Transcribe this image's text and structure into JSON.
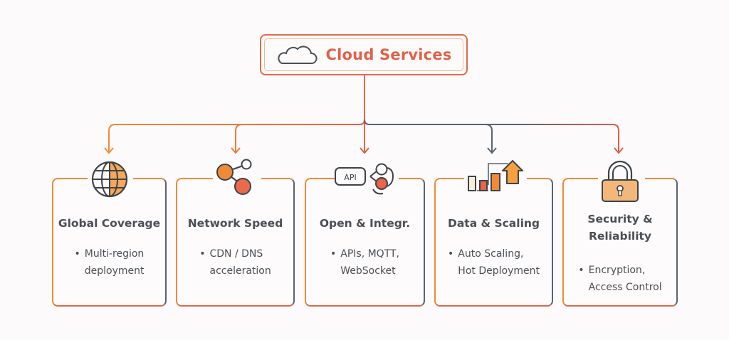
{
  "root": {
    "title": "Cloud Services",
    "icon": "cloud-icon"
  },
  "colors": {
    "accent_orange": "#ef8a3a",
    "accent_red": "#e0604a",
    "connector_slate": "#5a6470",
    "text_dark": "#4a4f55",
    "icon_fill_orange": "#f6a85a",
    "icon_fill_red": "#e9644a",
    "lock_fill": "#f4b77a"
  },
  "cards": [
    {
      "title": "Global Coverage",
      "icon": "globe-icon",
      "bullet": "•",
      "lines": [
        "Multi-region",
        "deployment"
      ]
    },
    {
      "title": "Network Speed",
      "icon": "share-nodes-icon",
      "bullet": "•",
      "lines": [
        "CDN / DNS",
        "acceleration"
      ]
    },
    {
      "title": "Open & Integr.",
      "icon": "api-icon",
      "icon_label": "API",
      "bullet": "•",
      "lines": [
        "APIs, MQTT,",
        "WebSocket"
      ]
    },
    {
      "title": "Data & Scaling",
      "icon": "bar-chart-growth-icon",
      "bullet": "•",
      "lines": [
        "Auto Scaling,",
        "Hot Deployment"
      ]
    },
    {
      "title_lines": [
        "Security &",
        "Reliability"
      ],
      "icon": "padlock-icon",
      "bullet": "•",
      "lines": [
        "Encryption,",
        "Access Control"
      ]
    }
  ]
}
